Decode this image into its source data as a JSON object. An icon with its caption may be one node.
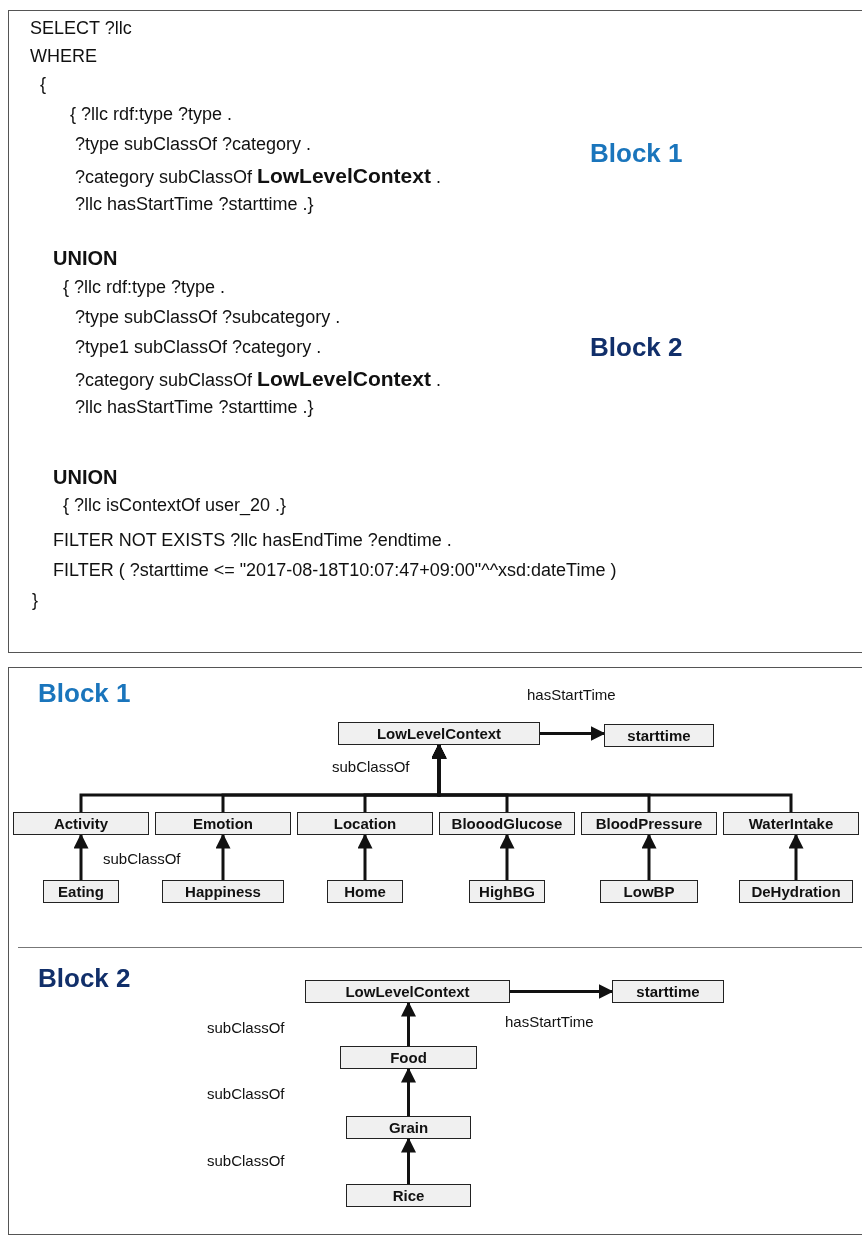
{
  "diagram": {
    "nodes": [
      {
        "text": [
          "LowLevelContext"
        ]
      },
      {
        "text": [
          "starttime"
        ]
      },
      {
        "text": [
          "Activity"
        ]
      },
      {
        "text": [
          "Emotion"
        ]
      },
      {
        "text": [
          "Location"
        ]
      },
      {
        "text": [
          "BlooodGlucose"
        ]
      },
      {
        "text": [
          "BloodPressure"
        ]
      },
      {
        "text": [
          "WaterIntake"
        ]
      },
      {
        "text": [
          "Eating"
        ]
      },
      {
        "text": [
          "Happiness"
        ]
      },
      {
        "text": [
          "Home"
        ]
      },
      {
        "text": [
          "HighBG"
        ]
      },
      {
        "text": [
          "LowBP"
        ]
      },
      {
        "text": [
          "DeHydration"
        ]
      },
      {
        "text": [
          "LowLevelContext"
        ]
      },
      {
        "text": [
          "starttime"
        ]
      },
      {
        "text": [
          "Food"
        ]
      },
      {
        "text": [
          "Grain"
        ]
      },
      {
        "text": [
          "Rice"
        ]
      }
    ],
    "edges": [
      {
        "from": 0,
        "to": 1,
        "arrow": "to",
        "label": "hasStartTime"
      },
      {
        "from": 2,
        "to": 0,
        "arrow": "to"
      },
      {
        "from": 3,
        "to": 0,
        "arrow": "to"
      },
      {
        "from": 4,
        "to": 0,
        "arrow": "to"
      },
      {
        "from": 5,
        "to": 0,
        "arrow": "to"
      },
      {
        "from": 6,
        "to": 0,
        "arrow": "to"
      },
      {
        "from": 7,
        "to": 0,
        "arrow": "to"
      },
      {
        "from": 8,
        "to": 2,
        "arrow": "to"
      },
      {
        "from": 9,
        "to": 3,
        "arrow": "to"
      },
      {
        "from": 10,
        "to": 4,
        "arrow": "to"
      },
      {
        "from": 11,
        "to": 5,
        "arrow": "to"
      },
      {
        "from": 12,
        "to": 6,
        "arrow": "to"
      },
      {
        "from": 13,
        "to": 7,
        "arrow": "to"
      },
      {
        "from": 14,
        "to": 15,
        "arrow": "to",
        "label": "hasStartTime"
      },
      {
        "from": 16,
        "to": 14,
        "arrow": "to"
      },
      {
        "from": 17,
        "to": 16,
        "arrow": "to"
      },
      {
        "from": 18,
        "to": 17,
        "arrow": "to"
      }
    ],
    "labels": [
      "SELECT ?llc",
      "WHERE",
      "{",
      "{ ?llc rdf:type ?type .",
      "?type subClassOf ?category .",
      "Block 1",
      "?category subClassOf **LowLevelContext** .",
      "?llc hasStartTime ?starttime .}",
      "UNION",
      "{ ?llc rdf:type ?type .",
      "?type subClassOf ?subcategory .",
      "?type1 subClassOf ?category .",
      "Block 2",
      "?category subClassOf **LowLevelContext** .",
      "?llc hasStartTime ?starttime .}",
      "UNION",
      "{ ?llc isContextOf user_20 .}",
      "FILTER NOT EXISTS ?llc hasEndTime ?endtime .",
      "FILTER ( ?starttime <= \"2017-08-18T10:07:47+09:00\"^^xsd:dateTime )",
      "}",
      "Block 1",
      "subClassOf",
      "subClassOf",
      "Block 2",
      "subClassOf",
      "subClassOf",
      "subClassOf"
    ]
  }
}
